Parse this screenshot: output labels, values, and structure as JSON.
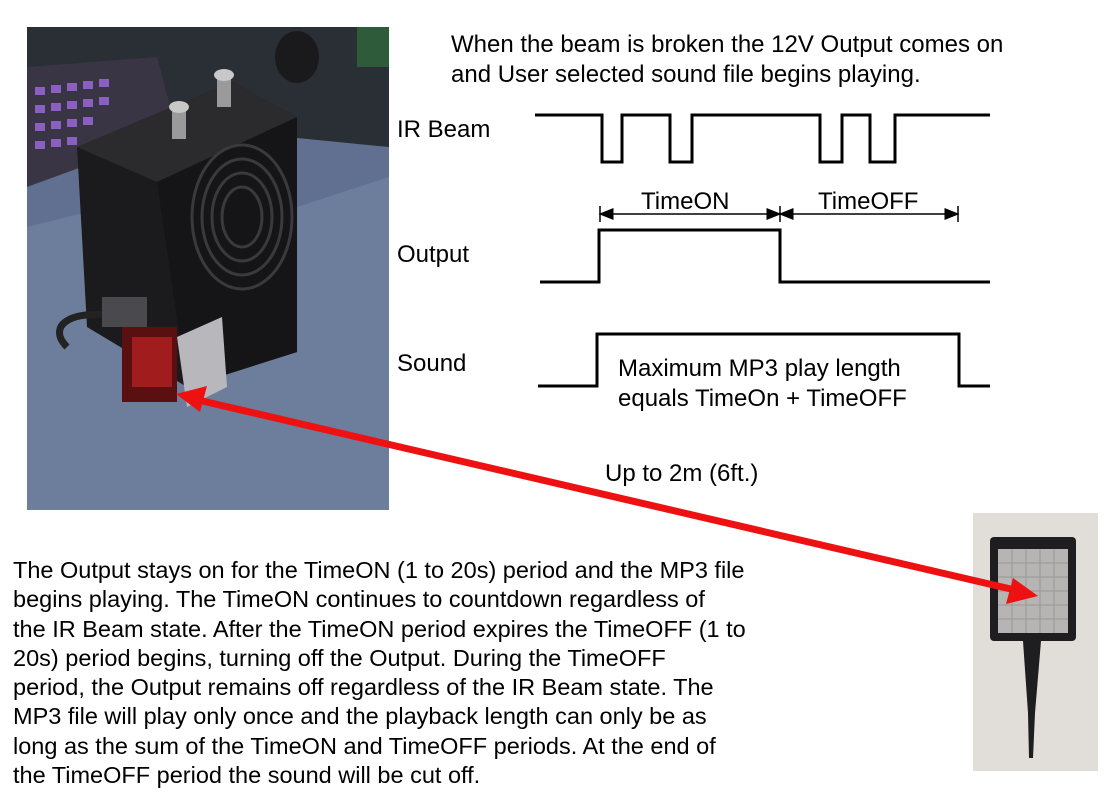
{
  "header": {
    "line1": "When the beam is broken the 12V Output comes on",
    "line2": "and User selected sound file begins playing."
  },
  "timing": {
    "ir_label": "IR Beam",
    "output_label": "Output",
    "sound_label": "Sound",
    "timeon_label": "TimeON",
    "timeoff_label": "TimeOFF",
    "mp3_line1": "Maximum MP3 play length",
    "mp3_line2": "equals TimeOn + TimeOFF"
  },
  "range_label": "Up to 2m (6ft.)",
  "description": [
    "The Output stays on for the TimeON (1 to 20s) period and the MP3 file",
    "begins playing.  The TimeON continues to countdown regardless of",
    "the IR Beam state. After the TimeON period expires the TimeOFF (1 to",
    "20s) period begins, turning off the Output.  During the TimeOFF",
    "period, the Output remains off regardless of the IR Beam state.  The",
    "MP3 file will play only once and the playback length can only be as",
    "long as the sum of the TimeON and TimeOFF periods.  At the end of",
    "the TimeOFF period the sound will be cut off."
  ],
  "colors": {
    "arrow": "#ee1111",
    "device_body": "#1b1b1d",
    "table": "#5f6d86",
    "sensor": "#a11c1c",
    "reflector_bg": "#e1ddd8"
  }
}
